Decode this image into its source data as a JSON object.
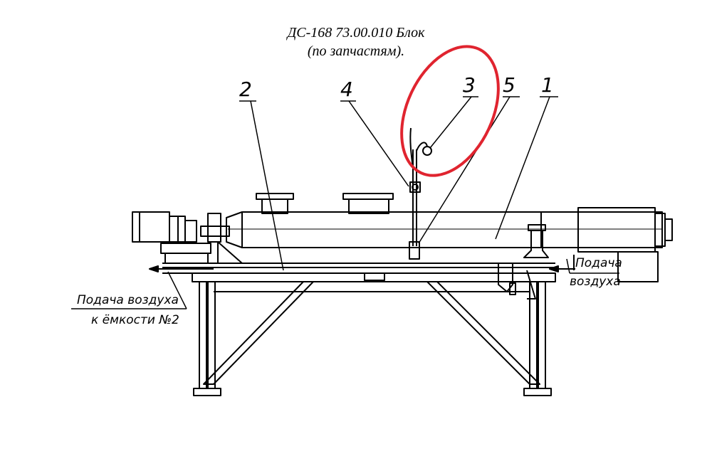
{
  "title": {
    "line1": "ДС-168 73.00.010 Блок",
    "line2": "(по запчастям)."
  },
  "callouts": [
    "2",
    "4",
    "3",
    "5",
    "1"
  ],
  "notes": {
    "left_line1": "Подача воздуха",
    "left_line2": "к ёмкости №2",
    "right_line1": "Подача",
    "right_line2": "воздуха"
  },
  "colors": {
    "line": "#000000",
    "highlight": "#e0242f"
  }
}
